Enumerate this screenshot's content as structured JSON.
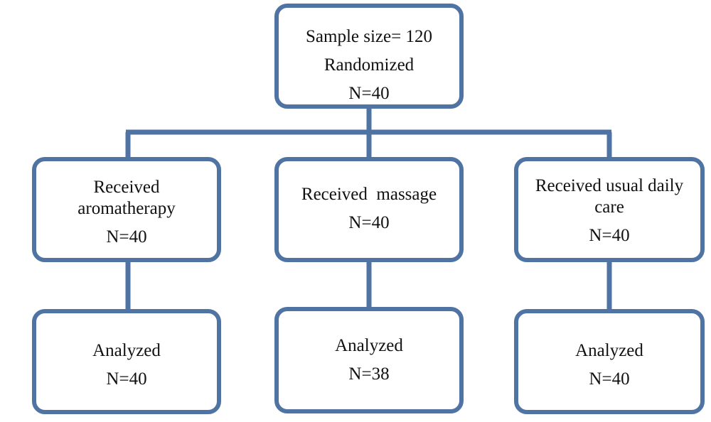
{
  "top_box": {
    "line1": "Sample size= 120",
    "line2": "Randomized",
    "line3": "N=40"
  },
  "groups": [
    {
      "label_line1": "Received",
      "label_line2": "aromatherapy",
      "received_n": "N=40",
      "analyzed_label": "Analyzed",
      "analyzed_n": "N=40"
    },
    {
      "label_line1": "Received  massage",
      "received_n": "N=40",
      "analyzed_label": "Analyzed",
      "analyzed_n": "N=38"
    },
    {
      "label_line1": "Received usual daily",
      "label_line2": "care",
      "received_n": "N=40",
      "analyzed_label": "Analyzed",
      "analyzed_n": "N=40"
    }
  ],
  "colors": {
    "border": "#4f73a2",
    "text": "#111111",
    "background": "#ffffff"
  }
}
